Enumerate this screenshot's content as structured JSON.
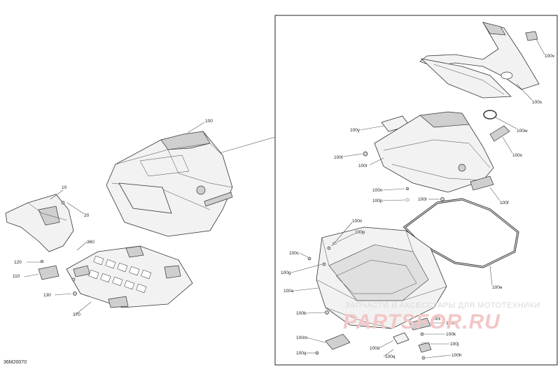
{
  "diagram_code": "36M20070",
  "watermark": {
    "line1": "ЗАПЧАСТИ И АКСЕССУАРЫ ДЛЯ МОТОТЕХНИКИ",
    "line2": "PARTSFOR.RU"
  },
  "callouts": {
    "c10": "10",
    "c20": "20",
    "c100": "100",
    "c110": "110",
    "c120": "120",
    "c130": "130",
    "c360": "360",
    "c370": "370",
    "c100v": "100v",
    "c100s": "100s",
    "c100w": "100w",
    "c100y": "100y",
    "c100x": "100x",
    "c100t": "100t",
    "c100r": "100r",
    "c100n_top": "100n",
    "c100p_top": "100p",
    "c100t2": "100t",
    "c100f": "100f",
    "c100n": "100n",
    "c100p": "100p",
    "c100c": "100c",
    "c100g": "100g",
    "c100a": "100a",
    "c100e": "100e",
    "c100b": "100b",
    "c100m": "100m",
    "c100q": "100q",
    "c100d": "100d",
    "c100h": "100h",
    "c100i": "100i",
    "c100k": "100k",
    "c100j": "100j",
    "c100q2": "100q",
    "c100h2": "100h"
  }
}
